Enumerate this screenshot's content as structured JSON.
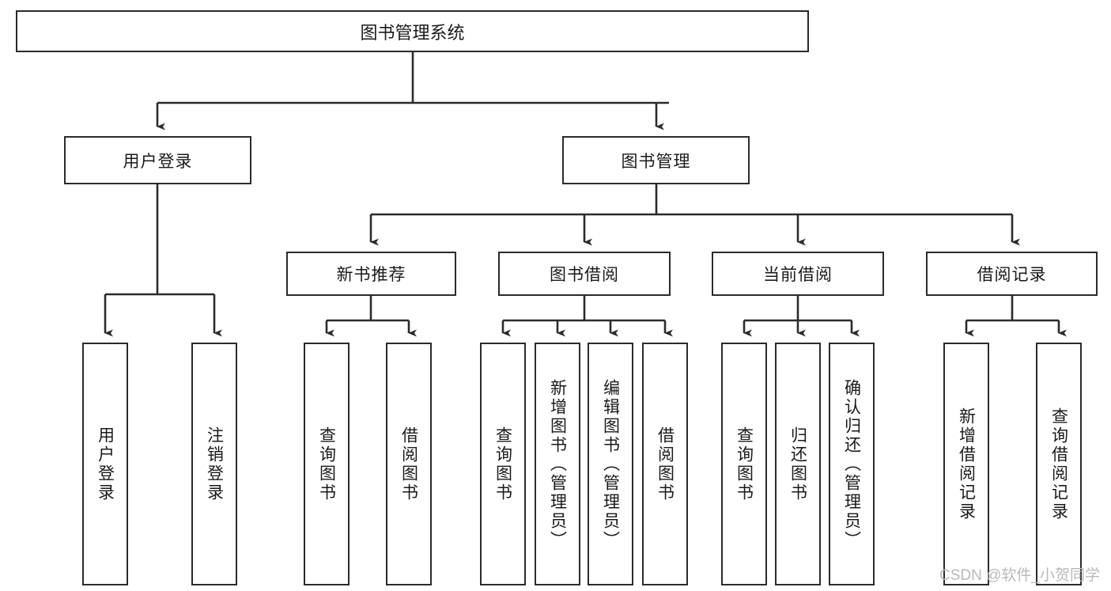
{
  "diagram": {
    "type": "tree",
    "title": "图书管理系统",
    "root": {
      "label": "图书管理系统"
    },
    "level2": [
      {
        "label": "用户登录"
      },
      {
        "label": "图书管理"
      }
    ],
    "level3": [
      {
        "label": "新书推荐"
      },
      {
        "label": "图书借阅"
      },
      {
        "label": "当前借阅"
      },
      {
        "label": "借阅记录"
      }
    ],
    "leaves": [
      {
        "label": "用户登录"
      },
      {
        "label": "注销登录"
      },
      {
        "label": "查询图书"
      },
      {
        "label": "借阅图书"
      },
      {
        "label": "查询图书"
      },
      {
        "label": "新增图书（管理员）"
      },
      {
        "label": "编辑图书（管理员）"
      },
      {
        "label": "借阅图书"
      },
      {
        "label": "查询图书"
      },
      {
        "label": "归还图书"
      },
      {
        "label": "确认归还（管理员）"
      },
      {
        "label": "新增借阅记录"
      },
      {
        "label": "查询借阅记录"
      }
    ]
  },
  "watermark": {
    "text": "CSDN @软件_小贺同学"
  },
  "colors": {
    "stroke": "#2b2b2b",
    "background": "#ffffff",
    "text": "#1a1a1a",
    "watermark": "#b9b9b9"
  }
}
